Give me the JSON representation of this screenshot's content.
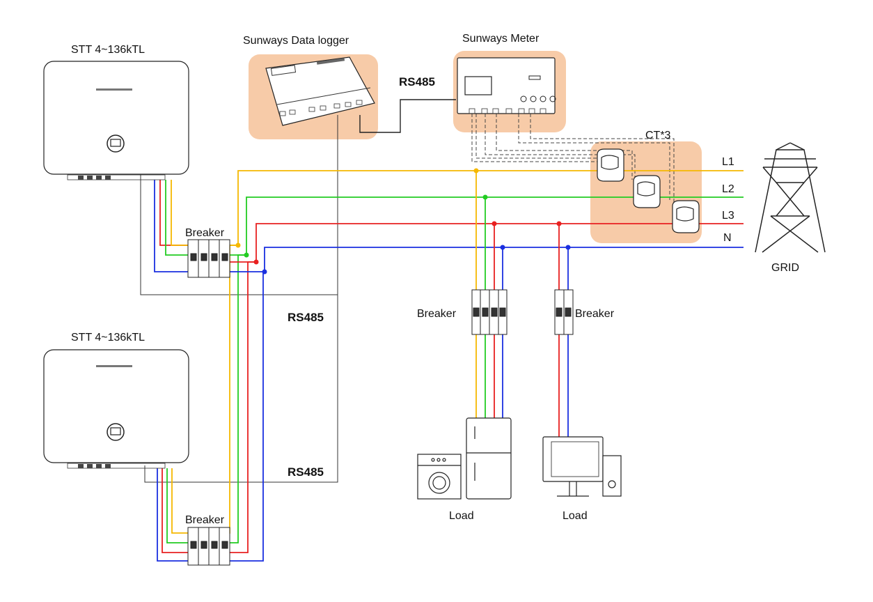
{
  "labels": {
    "inverter_top": "STT 4~136kTL",
    "inverter_bottom": "STT 4~136kTL",
    "data_logger": "Sunways Data logger",
    "meter": "Sunways Meter",
    "rs485_logger_meter": "RS485",
    "rs485_mid": "RS485",
    "rs485_bottom": "RS485",
    "ct": "CT*3",
    "line_l1": "L1",
    "line_l2": "L2",
    "line_l3": "L3",
    "line_n": "N",
    "grid": "GRID",
    "breaker_inv_top": "Breaker",
    "breaker_inv_bottom": "Breaker",
    "breaker_load_3ph": "Breaker",
    "breaker_load_1ph": "Breaker",
    "load_appliances": "Load",
    "load_computer": "Load"
  },
  "colors": {
    "l1": "#f5b800",
    "l2": "#22cc22",
    "l3": "#e82020",
    "n": "#1a2fe0",
    "highlight": "#f7cba8"
  },
  "icons": [
    "inverter-icon",
    "data-logger-icon",
    "meter-icon",
    "ct-clamp-icon",
    "grid-tower-icon",
    "breaker-icon",
    "washing-machine-icon",
    "fridge-icon",
    "computer-icon"
  ]
}
